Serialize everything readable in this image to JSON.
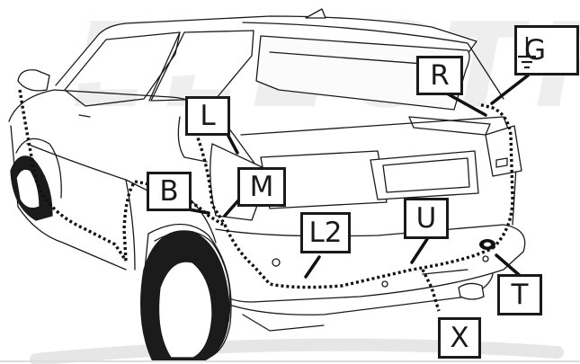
{
  "diagram": {
    "watermark_text": "ELECTRIC",
    "labels": {
      "g": "G",
      "r": "R",
      "l": "L",
      "m": "M",
      "b": "B",
      "l2": "L2",
      "u": "U",
      "t": "T",
      "x": "X"
    },
    "icons": {
      "ground": "ground-symbol-icon"
    },
    "colors": {
      "line": "#1a1a1a",
      "wire": "#111111",
      "watermark": "#eeeeee",
      "body": "#ffffff"
    }
  }
}
